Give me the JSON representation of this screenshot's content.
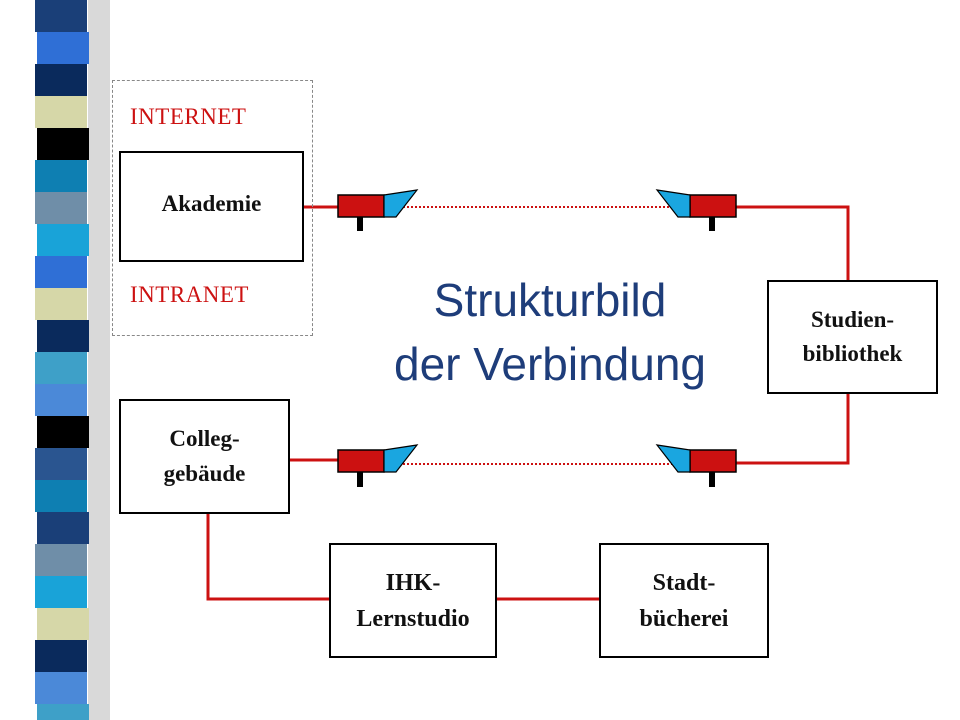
{
  "colors": {
    "link_red": "#cc1111",
    "title_blue": "#1e3d7a",
    "connector_cyan": "#1aa6e0",
    "stripe": [
      "#1a3f78",
      "#2f6fd6",
      "#0a2a5c",
      "#6f8ea8",
      "#d6d7a8",
      "#0e7fb2",
      "#19a3d8",
      "#000000",
      "#3ea0c8",
      "#4b89d8",
      "#2a5590"
    ]
  },
  "labels": {
    "internet": "INTERNET",
    "intranet": "INTRANET"
  },
  "title": {
    "line1": "Strukturbild",
    "line2": "der Verbindung"
  },
  "nodes": {
    "akademie": "Akademie",
    "studienbibliothek": "Studien-\nbibliothek",
    "colleg": "Colleg-\ngebäude",
    "ihk": "IHK-\nLernstudio",
    "stadt": "Stadt-\nbücherei"
  }
}
